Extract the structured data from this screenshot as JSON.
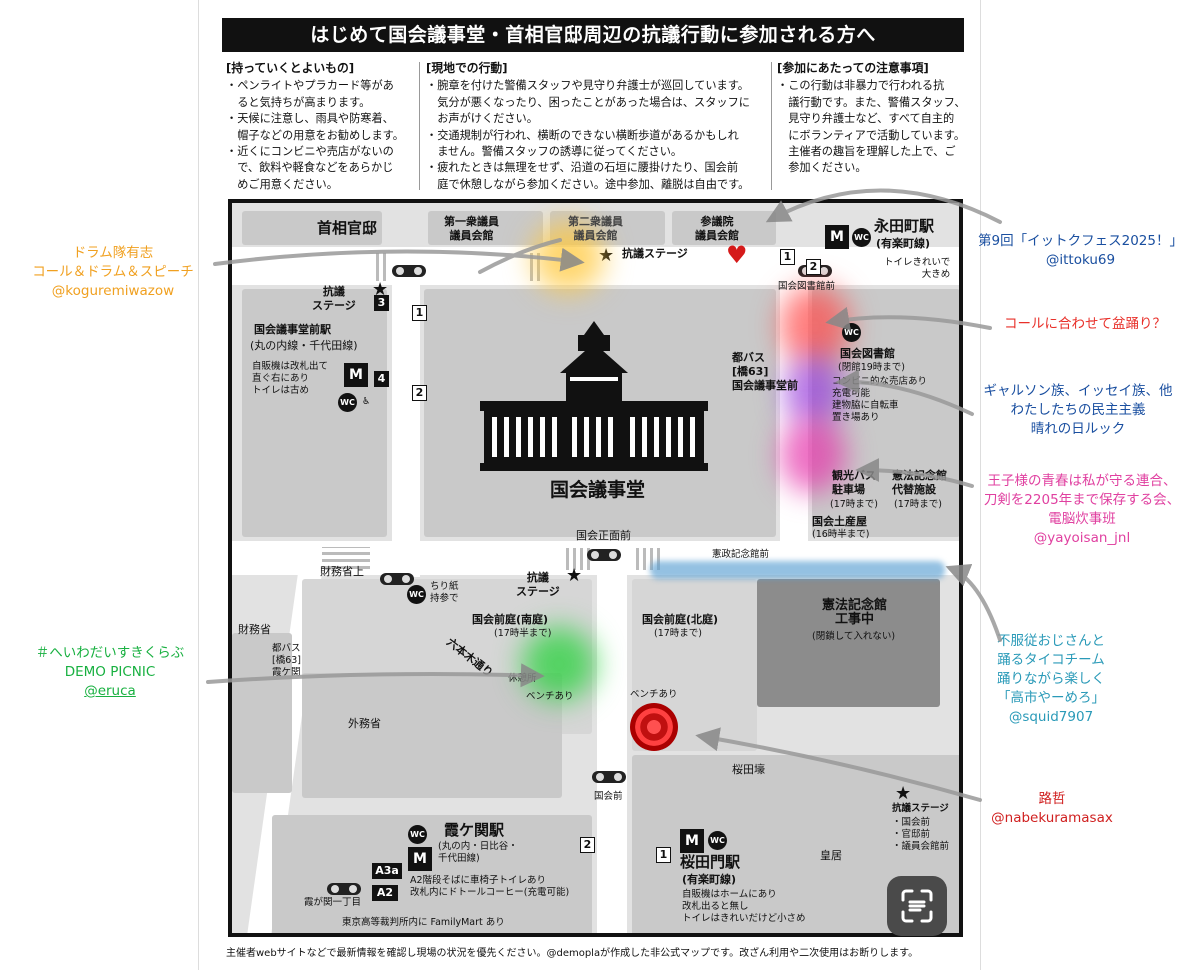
{
  "title": "はじめて国会議事堂・首相官邸周辺の抗議行動に参加される方へ",
  "info": {
    "col1": {
      "heading": "[持っていくとよいもの]",
      "lines": [
        "・ペンライトやプラカード等があ",
        "　ると気持ちが高まります。",
        "・天候に注意し、雨具や防寒着、",
        "　帽子などの用意をお勧めします。",
        "・近くにコンビニや売店がないの",
        "　で、飲料や軽食などをあらかじ",
        "　めご用意ください。"
      ]
    },
    "col2": {
      "heading": "[現地での行動]",
      "lines": [
        "・腕章を付けた警備スタッフや見守り弁護士が巡回しています。",
        "　気分が悪くなったり、困ったことがあった場合は、スタッフに",
        "　お声がけください。",
        "・交通規制が行われ、横断のできない横断歩道があるかもしれ",
        "　ません。警備スタッフの誘導に従ってください。",
        "・疲れたときは無理をせず、沿道の石垣に腰掛けたり、国会前",
        "　庭で休憩しながら参加ください。途中参加、離脱は自由です。"
      ]
    },
    "col3": {
      "heading": "[参加にあたっての注意事項]",
      "lines": [
        "・この行動は非暴力で行われる抗",
        "　議行動です。また、警備スタッフ、",
        "　見守り弁護士など、すべて自主的",
        "　にボランティアで活動しています。",
        "　主催者の趣旨を理解した上で、ご",
        "　参加ください。"
      ]
    }
  },
  "map": {
    "kantei": "首相官邸",
    "shugiin1": "第一衆議員\n議員会館",
    "shugiin2": "第二衆議員\n議員会館",
    "sangiin": "参議院\n議員会館",
    "nagatacho": "永田町駅",
    "nagatacho_line": "(有楽町線)",
    "nagatacho_toilet": "トイレきれいで\n大きめ",
    "kogi_stage": "抗議ステージ",
    "kogi_stage_left": "抗議\nステージ",
    "kokkai_mae_st": "国会議事堂前駅",
    "kokkai_mae_lines": "(丸の内線・千代田線)",
    "kokkai_mae_note": "自販機は改札出て\n直ぐ右にあり\nトイレは古め",
    "toshokan_mae": "国会図書館前",
    "toshokan": "国会図書館",
    "toshokan_hours": "(閉館19時まで)",
    "toshokan_note": "コンビニ的な売店あり\n充電可能\n建物脇に自転車\n置き場あり",
    "toei_bus": "都バス\n[橋63]\n国会議事堂前",
    "gijido": "国会議事堂",
    "kanko_bus": "観光バス\n駐車場",
    "kanko_bus_hours": "(17時まで)",
    "kenpo_kinen": "憲法記念館\n代替施設",
    "kenpo_kinen_hours": "(17時まで)",
    "kokkai_dosan": "国会土産屋",
    "kokkai_dosan_hours": "(16時半まで)",
    "seimon_mae": "国会正面前",
    "kensei_mae": "憲政記念館前",
    "zaimusho_ue": "財務省上",
    "tissue": "ちり紙\n持参で",
    "kogi_stage_center": "抗議\nステージ",
    "minami": "国会前庭(南庭)",
    "minami_hours": "(17時半まで)",
    "kita": "国会前庭(北庭)",
    "kita_hours": "(17時まで)",
    "kenpo_koji": "憲法記念館\n工事中",
    "kenpo_koji_note": "(閉鎖して入れない)",
    "zaimusho": "財務省",
    "toei_bus2": "都バス\n[橋63]\n霞ケ関",
    "roppongi": "六本木通り",
    "kyukei": "休憩所",
    "bench": "ベンチあり",
    "bench2": "ベンチあり",
    "gaimusho": "外務省",
    "kokkai_mae": "国会前",
    "sakuradabori": "桜田壕",
    "kasumigaseki": "霞ケ関駅",
    "kasumigaseki_lines": "(丸の内・日比谷・\n千代田線)",
    "kasumigaseki_note": "A2階段そばに車椅子トイレあり\n改札内にドトールコーヒー(充電可能)",
    "kosai": "東京高等裁判所内に FamilyMart あり",
    "kasumigaseki_1": "霞が関一丁目",
    "sakuradamon": "桜田門駅",
    "sakuradamon_line": "(有楽町線)",
    "sakuradamon_note": "自販機はホームにあり\n改札出ると無し\nトイレはきれいだけど小さめ",
    "kokyo": "皇居",
    "legend_title": "抗議ステージ",
    "legend_items": "・国会前\n・官邸前\n・議員会館前",
    "exits": [
      "1",
      "2",
      "3",
      "4",
      "1",
      "2",
      "A3a",
      "A2",
      "1",
      "2"
    ]
  },
  "footer": "主催者webサイトなどで最新情報を確認し現場の状況を優先ください。@demoplaが作成した非公式マップです。改ざん利用や二次使用はお断りします。",
  "annotations": {
    "drum": {
      "line1": "ドラム隊有志",
      "line2": "コール＆ドラム＆スピーチ",
      "line3": "@koguremiwazow",
      "color": "#f0a020"
    },
    "ittoku": {
      "line1": "第9回「イットクフェス2025！」",
      "line2": "@ittoku69",
      "color": "#1a4fa0"
    },
    "bon": {
      "line1": "コールに合わせて盆踊り？",
      "color": "#e8302a"
    },
    "gal": {
      "line1": "ギャルソン族、イッセイ族、他",
      "line2": "わたしたちの民主主義",
      "line3": "晴れの日ルック",
      "color": "#1a4fa0"
    },
    "oji": {
      "line1": "王子様の青春は私が守る連合、",
      "line2": "刀剣を2205年まで保存する会、",
      "line3": "電脳炊事班",
      "line4": "@yayoisan_jnl",
      "color": "#e040a0"
    },
    "heiwa": {
      "line1": "＃へいわだいすきくらぶ",
      "line2": "DEMO PICNIC",
      "line3": "@eruca",
      "color": "#18b040"
    },
    "taiko": {
      "line1": "不服従おじさんと",
      "line2": "踊るタイコチーム",
      "line3": "踊りながら楽しく",
      "line4": "「高市やーめろ」",
      "line5": "@squid7907",
      "color": "#2a9ab8"
    },
    "rotetsu": {
      "line1": "路哲",
      "line2": "@nabekuramasax",
      "color": "#d02020"
    }
  }
}
